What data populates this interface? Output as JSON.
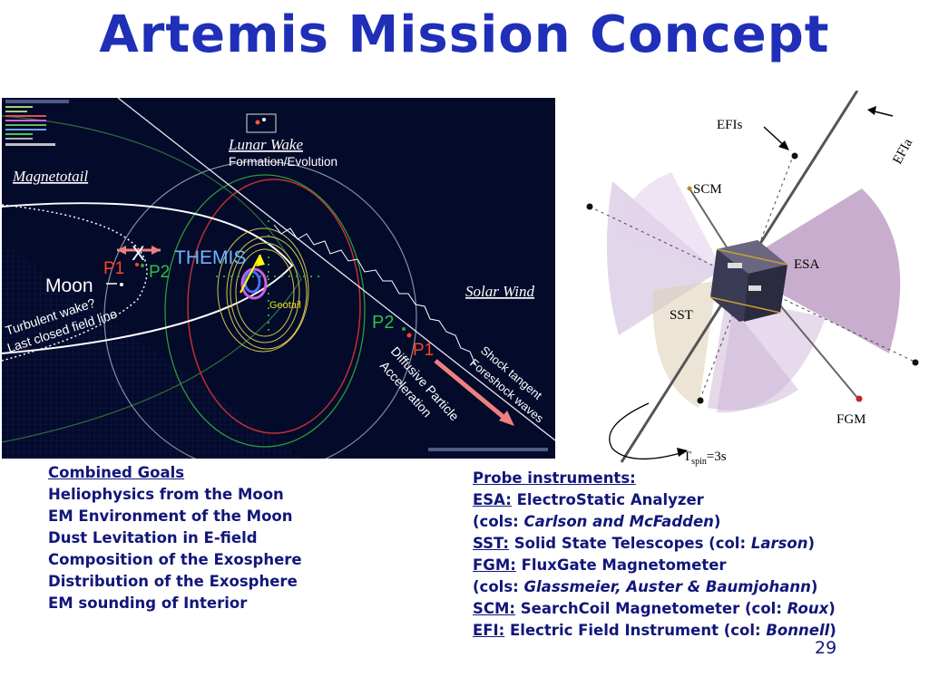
{
  "title": "Artemis Mission Concept",
  "orbit": {
    "magnetotail": "Magnetotail",
    "lunar_wake": "Lunar Wake",
    "formation": "Formation/Evolution",
    "moon": "Moon",
    "themis": "THEMIS",
    "p1": "P1",
    "p2": "P2",
    "p1b": "P1",
    "p2b": "P2",
    "x_mark": "X",
    "geotail": "Geotail",
    "solar_wind": "Solar Wind",
    "turbulent": "Turbulent wake?",
    "last_closed": "Last closed field line",
    "diffusive": "Diffusive Particle",
    "acceleration": "Acceleration",
    "shock_tangent": "Shock tangent",
    "foreshock": "Foreshock waves"
  },
  "probe": {
    "efis": "EFIs",
    "efia": "EFIa",
    "scm": "SCM",
    "esa": "ESA",
    "sst": "SST",
    "fgm": "FGM",
    "tspin_t": "T",
    "tspin_sub": "spin",
    "tspin_val": "=3s"
  },
  "goals": {
    "header": "Combined Goals",
    "items": [
      "Heliophysics from the Moon",
      "EM Environment of the Moon",
      "Dust Levitation in E-field",
      "Composition of the Exosphere",
      "Distribution of the Exosphere",
      "EM sounding of Interior"
    ]
  },
  "instruments": {
    "header": "Probe instruments:",
    "esa_k": "ESA:",
    "esa_v": " ElectroStatic Analyzer",
    "esa_cols_a": "(cols: ",
    "esa_cols_n": "Carlson and McFadden",
    "esa_cols_b": ")",
    "sst_k": "SST:",
    "sst_v": " Solid State Telescopes (col: ",
    "sst_n": "Larson",
    "sst_b": ")",
    "fgm_k": "FGM:",
    "fgm_v": " FluxGate Magnetometer",
    "fgm_cols_a": "(cols: ",
    "fgm_cols_n": "Glassmeier, Auster & Baumjohann",
    "fgm_cols_b": ")",
    "scm_k": "SCM:",
    "scm_v": " SearchCoil Magnetometer (col: ",
    "scm_n": "Roux",
    "scm_b": ")",
    "efi_k": "EFI:",
    "efi_v": " Electric Field Instrument (col: ",
    "efi_n": "Bonnell",
    "efi_b": ")"
  },
  "page_number": "29"
}
